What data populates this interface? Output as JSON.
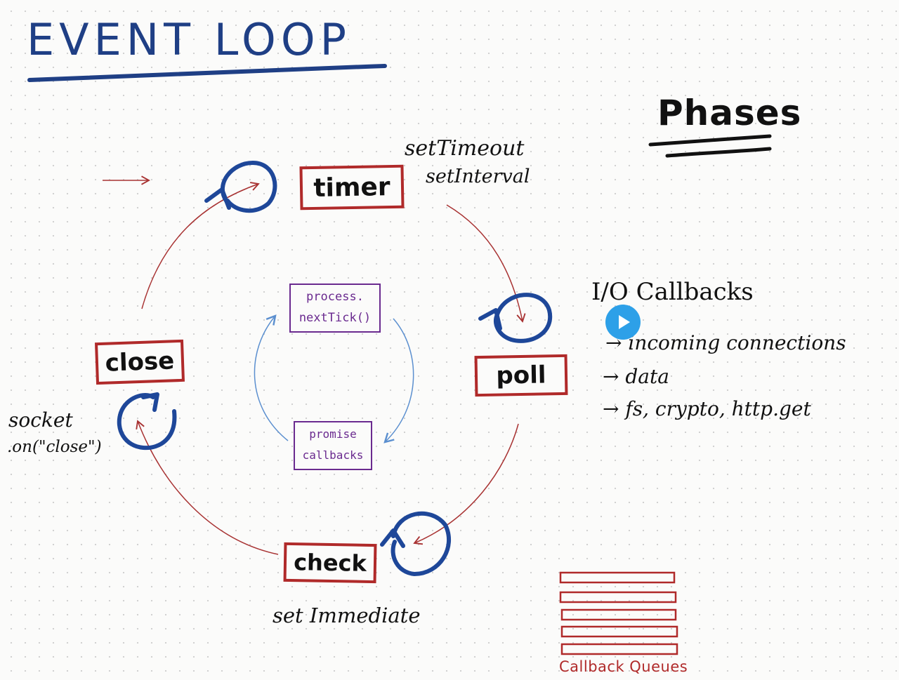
{
  "title": "EVENT LOOP",
  "phases_heading": "Phases",
  "phases": {
    "timer": "timer",
    "poll": "poll",
    "check": "check",
    "close": "close"
  },
  "notes": {
    "timer_line1": "setTimeout",
    "timer_line2": "setInterval",
    "check": "set Immediate",
    "close_line1": "socket",
    "close_line2": ".on(\"close\")"
  },
  "io": {
    "heading": "I/O Callbacks",
    "items": [
      "→ incoming connections",
      "→ data",
      "→ fs, crypto, http.get"
    ]
  },
  "microtasks": {
    "next_tick_line1": "process.",
    "next_tick_line2": "nextTick()",
    "promise_line1": "promise",
    "promise_line2": "callbacks"
  },
  "callback_queues_label": "Callback Queues",
  "colors": {
    "phase_border": "#b02a2a",
    "cycle_arrow": "#a83232",
    "loop_arrow": "#1e4799",
    "microtask": "#6a2a8f",
    "micro_arrow": "#5b8fcf",
    "title": "#1f3f85",
    "play_button": "#2da0e8"
  },
  "icons": {
    "play": "play-button-icon"
  }
}
